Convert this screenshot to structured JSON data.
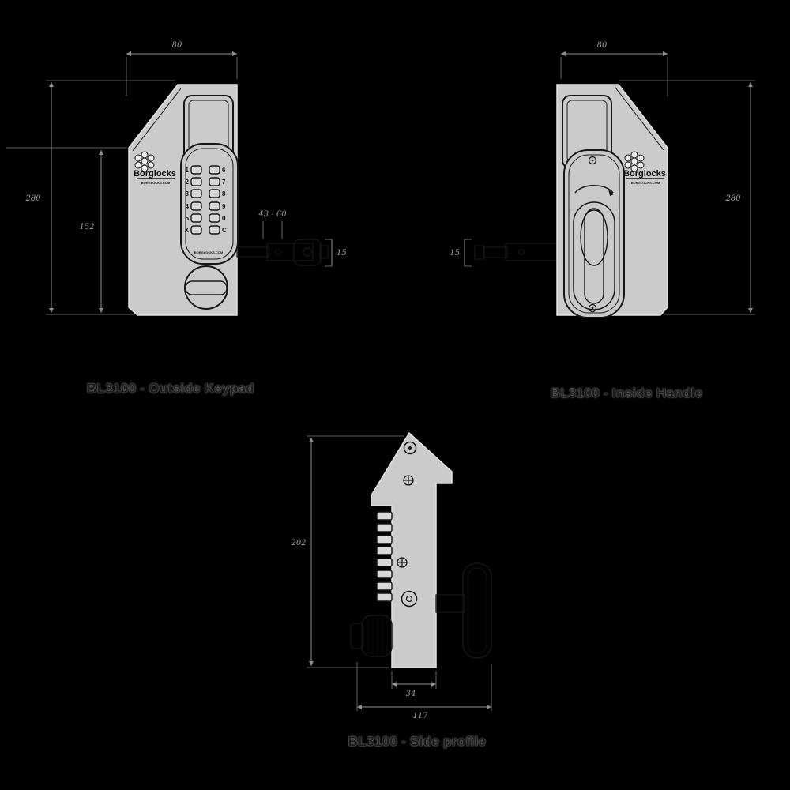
{
  "captions": {
    "outside_keypad": "BL3100 - Outside Keypad",
    "inside_handle": "BL3100 - Inside Handle",
    "side_profile": "BL3100 - Side profile"
  },
  "brand": {
    "name": "Borglocks",
    "site": "BORGLOCKS.COM"
  },
  "dimensions": {
    "outside": {
      "top_width": "80",
      "overall_height": "280",
      "body_height": "152",
      "spindle_range": "43 - 60",
      "latch_depth": "15"
    },
    "inside": {
      "top_width": "80",
      "overall_height": "280",
      "spindle_length": "15"
    },
    "side": {
      "overall_height": "202",
      "body_depth": "34",
      "overall_depth": "117"
    }
  },
  "keypad": {
    "left_digits": [
      "1",
      "2",
      "3",
      "4",
      "5",
      "X"
    ],
    "right_digits": [
      "6",
      "7",
      "8",
      "9",
      "0",
      "C"
    ]
  },
  "colors": {
    "background": "#000000",
    "body_fill": "#cbcbcb",
    "line_dark": "#161616",
    "outline_light": "#e2e2e2",
    "dimension": "#8f8f8f",
    "caption_text": "#1c1c1c"
  }
}
